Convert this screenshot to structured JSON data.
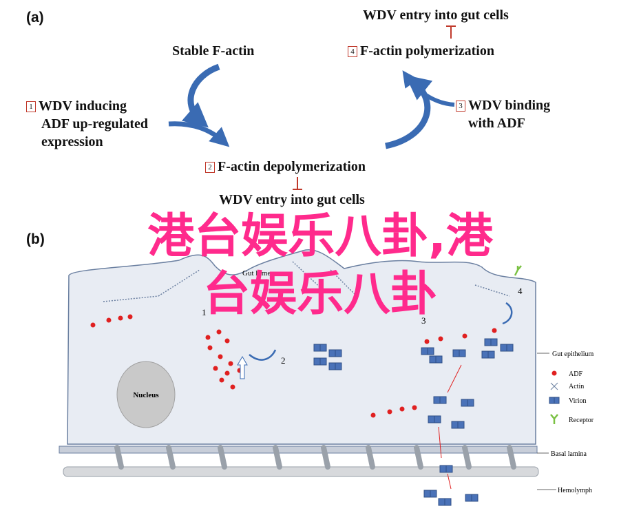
{
  "panel_a": {
    "label": "(a)",
    "stable_factin": "Stable F-actin",
    "entry_top": "WDV entry into gut cells",
    "step1": {
      "num": "1",
      "line1": "WDV inducing",
      "line2": "ADF up-regulated",
      "line3": "expression"
    },
    "step2": {
      "num": "2",
      "text": "F-actin depolymerization"
    },
    "step3": {
      "num": "3",
      "line1": "WDV binding",
      "line2": "with ADF"
    },
    "step4": {
      "num": "4",
      "text": "F-actin polymerization"
    },
    "entry_bottom": "WDV entry into gut cells",
    "arrow_color": "#3a6bb3",
    "inhibit_color": "#c0392b"
  },
  "panel_b": {
    "label": "(b)",
    "gut_lumen": "Gut lumen",
    "nucleus": "Nucleus",
    "num1": "1",
    "num2": "2",
    "num3": "3",
    "num4": "4",
    "gut_epithelium": "Gut epithelium",
    "basal_lamina": "Basal lamina",
    "hemolymph": "Hemolymph",
    "legend": {
      "adf": "ADF",
      "actin": "Actin",
      "virion": "Virion",
      "receptor": "Receptor"
    },
    "cell_fill": "#e8ecf3",
    "cell_stroke": "#6a7fa0",
    "adf_color": "#e02020",
    "virion_color": "#4a72b8",
    "receptor_color": "#7ac143"
  },
  "watermark": {
    "line1": "港台娱乐八卦,港",
    "line2": "台娱乐八卦",
    "color": "#ff2a8c"
  }
}
